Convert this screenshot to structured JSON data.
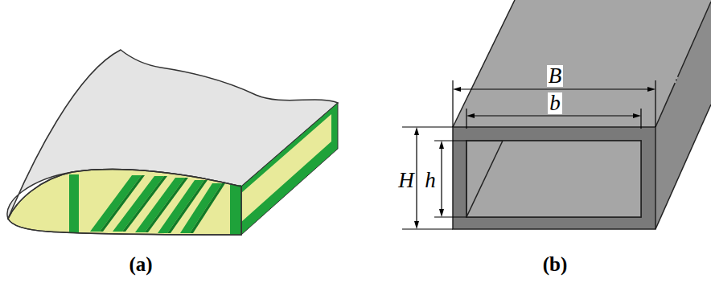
{
  "diagram": {
    "labels": [
      "B",
      "b",
      "H",
      "h",
      "(a)",
      "(b)"
    ]
  }
}
